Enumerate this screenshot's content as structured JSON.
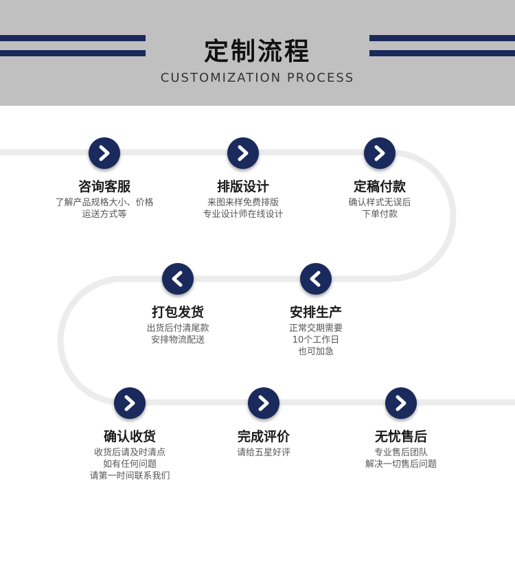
{
  "header": {
    "title": "定制流程",
    "subtitle": "CUSTOMIZATION PROCESS"
  },
  "colors": {
    "navy": "#1a2a5c",
    "header_bg": "#c0c0c0",
    "path": "#ececec"
  },
  "steps": [
    {
      "title": "咨询客服",
      "lines": [
        "了解产品规格大小、价格",
        "运送方式等"
      ],
      "icon": "chevron-right-icon"
    },
    {
      "title": "排版设计",
      "lines": [
        "来图来样免费排版",
        "专业设计师在线设计"
      ],
      "icon": "chevron-right-icon"
    },
    {
      "title": "定稿付款",
      "lines": [
        "确认样式无误后",
        "下单付款"
      ],
      "icon": "chevron-right-icon"
    },
    {
      "title": "打包发货",
      "lines": [
        "出货后付清尾款",
        "安排物流配送"
      ],
      "icon": "chevron-left-icon"
    },
    {
      "title": "安排生产",
      "lines": [
        "正常交期需要",
        "10个工作日",
        "也可加急"
      ],
      "icon": "chevron-left-icon"
    },
    {
      "title": "确认收货",
      "lines": [
        "收货后请及时清点",
        "如有任何问题",
        "请第一时间联系我们"
      ],
      "icon": "chevron-right-icon"
    },
    {
      "title": "完成评价",
      "lines": [
        "请给五星好评"
      ],
      "icon": "chevron-right-icon"
    },
    {
      "title": "无忧售后",
      "lines": [
        "专业售后团队",
        "解决一切售后问题"
      ],
      "icon": "chevron-right-icon"
    }
  ]
}
